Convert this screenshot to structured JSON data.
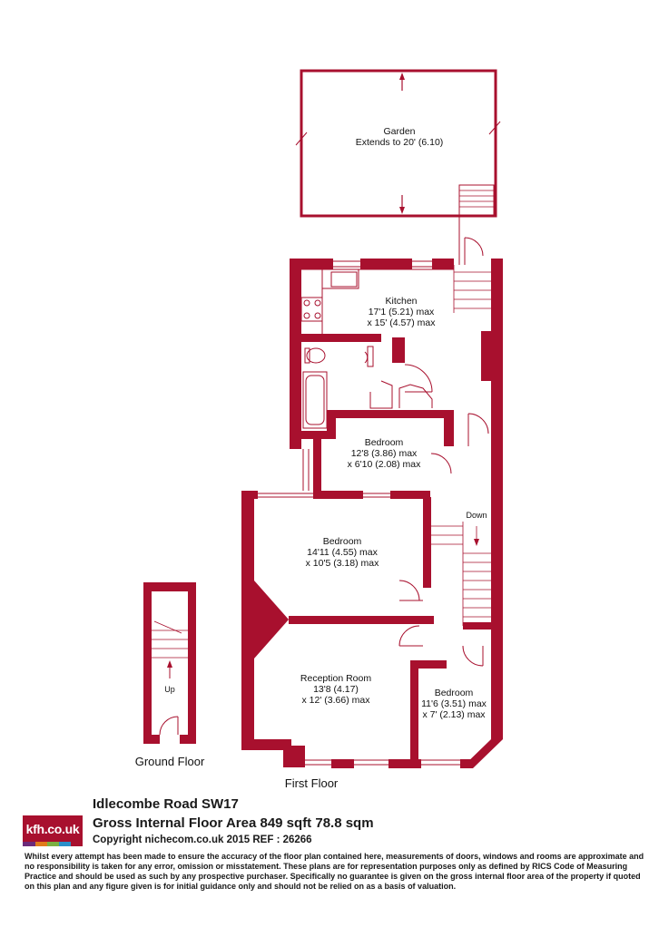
{
  "rooms": {
    "garden": {
      "name": "Garden",
      "dims": "Extends to 20' (6.10)"
    },
    "kitchen": {
      "name": "Kitchen",
      "dims1": "17'1 (5.21) max",
      "dims2": "x 15' (4.57) max"
    },
    "bedroom1": {
      "name": "Bedroom",
      "dims1": "12'8 (3.86) max",
      "dims2": "x 6'10 (2.08) max"
    },
    "bedroom2": {
      "name": "Bedroom",
      "dims1": "14'11 (4.55) max",
      "dims2": "x 10'5 (3.18) max"
    },
    "reception": {
      "name": "Reception Room",
      "dims1": "13'8 (4.17)",
      "dims2": "x 12' (3.66) max"
    },
    "bedroom3": {
      "name": "Bedroom",
      "dims1": "11'6 (3.51) max",
      "dims2": "x 7' (2.13) max"
    }
  },
  "stairs": {
    "down": "Down",
    "up": "Up"
  },
  "floors": {
    "ground": "Ground Floor",
    "first": "First Floor"
  },
  "footer": {
    "logo": "kfh.co.uk",
    "address": "Idlecombe Road SW17",
    "area": "Gross Internal Floor Area 849 sqft 78.8 sqm",
    "copyright": "Copyright nichecom.co.uk 2015 REF : 26266",
    "disclaimer": "Whilst every attempt has been made to ensure the accuracy of the floor plan contained here, measurements of doors, windows and rooms are approximate and no responsibility is taken for any error, omission or misstatement.  These plans are for representation purposes only as defined by RICS Code of Measuring Practice and should be used as such by any prospective purchaser.  Specifically no guarantee is given on the gross internal floor area of the property if quoted on this plan and any figure given is for initial guidance only and should not be relied on as a basis of valuation."
  },
  "colors": {
    "wall": "#a8102e",
    "logo_bars": [
      "#a8102e",
      "#6b2a7a",
      "#e07b1a",
      "#7bb041",
      "#2a8fc9"
    ]
  }
}
